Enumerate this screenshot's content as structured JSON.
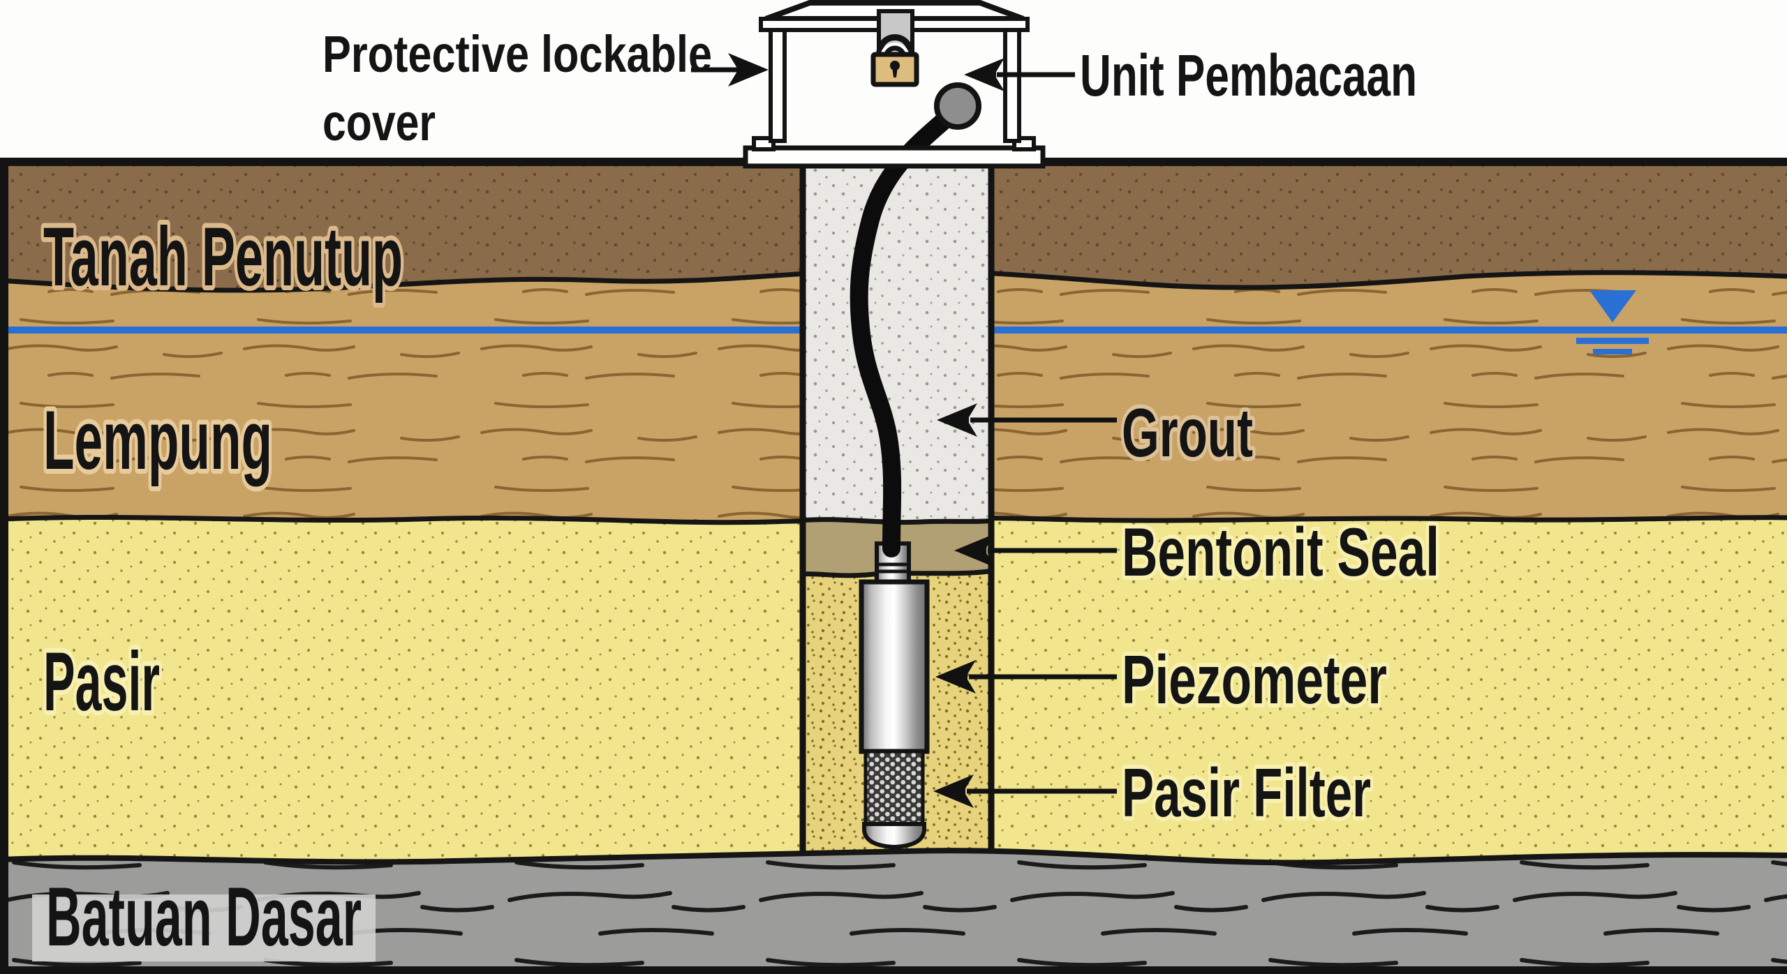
{
  "diagram": {
    "title_hint": "Piezometer installation cross-section",
    "labels": {
      "protective_line1": "Protective lockable",
      "protective_line2": "cover",
      "unit_pembacaan": "Unit Pembacaan",
      "tanah_penutup": "Tanah Penutup",
      "lempung": "Lempung",
      "pasir": "Pasir",
      "batuan_dasar": "Batuan Dasar",
      "grout": "Grout",
      "bentonit_seal": "Bentonit Seal",
      "piezometer": "Piezometer",
      "pasir_filter": "Pasir Filter"
    },
    "colors": {
      "sky": "#fdfdfb",
      "topsoil": "#8a6b4a",
      "clay": "#c9a266",
      "sand": "#f1e58e",
      "borehole_sand": "#e6d37c",
      "bedrock": "#9c9c9a",
      "grout_fill": "#e9e8e4",
      "bentonite": "#b1a074",
      "water": "#2a6fd4",
      "padlock_body": "#dcbd7d",
      "hasp": "#c8c8c8",
      "gland": "#8e8e8e",
      "bedrock_label_bg": "#d2d2d0",
      "outline": "#141414",
      "cover_fill": "#fefefc"
    }
  }
}
